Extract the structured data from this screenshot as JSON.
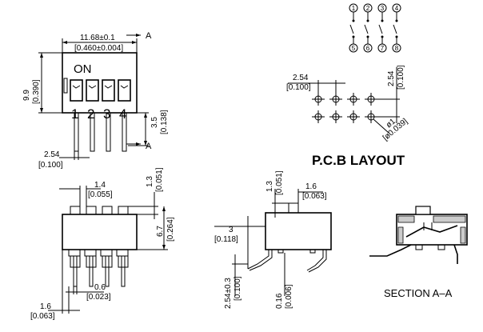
{
  "top_view": {
    "width_dim": "11.68±0.1",
    "width_dim_inch": "[0.460±0.004]",
    "section_marker": "A",
    "on_label": "ON",
    "switch_numbers": [
      "1",
      "2",
      "3",
      "4"
    ],
    "height_dim": "9.9",
    "height_dim_inch": "[0.390]",
    "pin_length_dim": "3.5",
    "pin_length_dim_inch": "[0.138]",
    "pitch_dim": "2.54",
    "pitch_dim_inch": "[0.100]"
  },
  "schematic": {
    "top_pins": [
      "1",
      "2",
      "3",
      "4"
    ],
    "bottom_pins": [
      "5",
      "6",
      "7",
      "8"
    ]
  },
  "pcb_layout": {
    "title": "P.C.B LAYOUT",
    "h_pitch": "2.54",
    "h_pitch_inch": "[0.100]",
    "v_pitch": "2.54",
    "v_pitch_inch": "[0.100]",
    "hole_dia": "ø1",
    "hole_dia_inch": "[ø0.039]"
  },
  "front_view": {
    "actuator_width": "1.4",
    "actuator_width_inch": "[0.055]",
    "actuator_height": "1.3",
    "actuator_height_inch": "[0.051]",
    "body_height": "6.7",
    "body_height_inch": "[0.264]",
    "pin_width": "0.6",
    "pin_width_inch": "[0.023]",
    "pin_offset": "1.6",
    "pin_offset_inch": "[0.063]"
  },
  "side_view": {
    "actuator_height": "1.3",
    "actuator_height_inch": "[0.051]",
    "actuator_width": "1.6",
    "actuator_width_inch": "[0.063]",
    "body_offset": "3",
    "body_offset_inch": "[0.118]",
    "pin_pitch": "2.54±0.3",
    "pin_pitch_inch": "[0.100]",
    "pin_thickness": "0.16",
    "pin_thickness_inch": "[0.006]"
  },
  "section": {
    "label": "SECTION A–A"
  }
}
